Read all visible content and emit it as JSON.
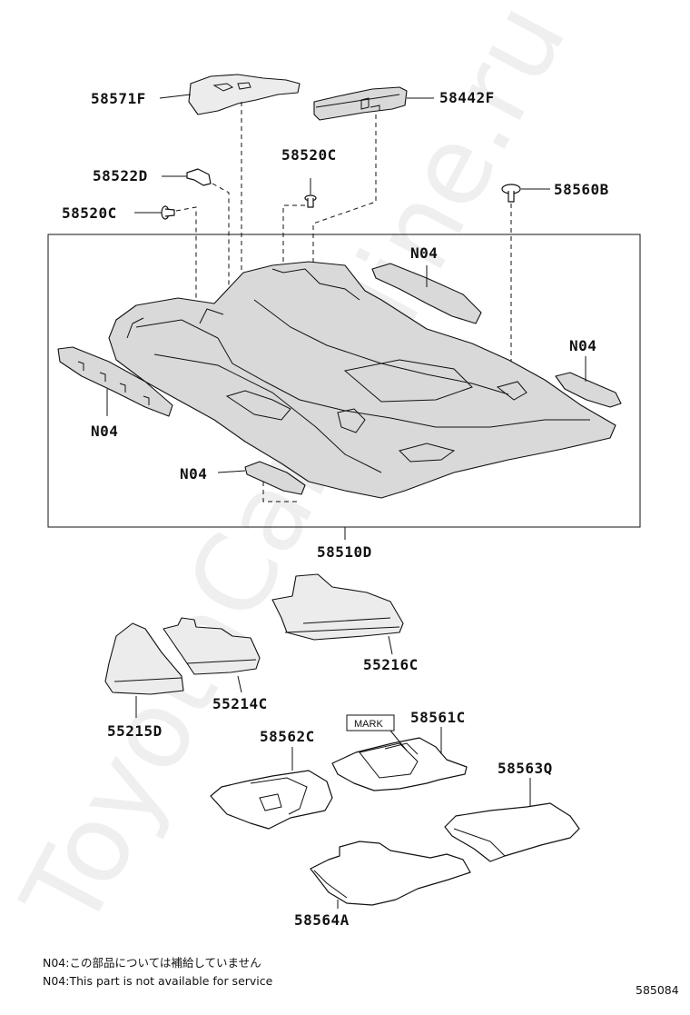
{
  "watermark": "ToyotaCarOnline.ru",
  "diagram_id": "585084",
  "callouts": {
    "p58571F": "58571F",
    "p58442F": "58442F",
    "p58522D": "58522D",
    "p58520C_top": "58520C",
    "p58520C_left": "58520C",
    "p58560B": "58560B",
    "n04_top": "N04",
    "n04_right": "N04",
    "n04_left": "N04",
    "n04_bottom": "N04",
    "p58510D": "58510D",
    "p55216C": "55216C",
    "p55214C": "55214C",
    "p55215D": "55215D",
    "p58562C": "58562C",
    "p58561C": "58561C",
    "p58563Q": "58563Q",
    "p58564A": "58564A",
    "mark": "MARK"
  },
  "notes": {
    "jp": "N04:この部品については補給していません",
    "en": "N04:This part is not available for service"
  },
  "icons": [
    "floor-carpet-icon",
    "floor-mat-icon",
    "clip-icon",
    "bracket-icon",
    "insulator-icon"
  ]
}
